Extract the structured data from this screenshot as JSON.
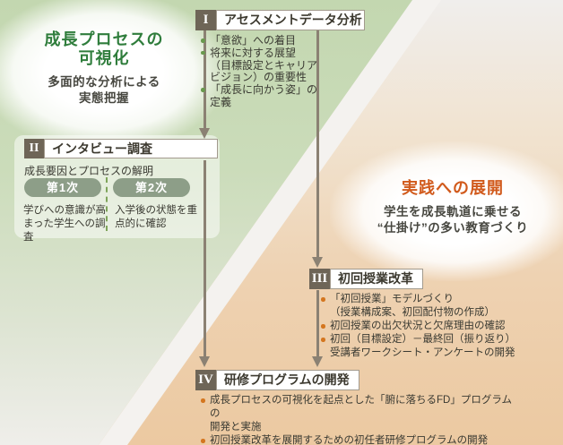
{
  "colors": {
    "bg_green": "#c3d7b0",
    "bg_peach": "#ecc9a1",
    "diagonal_stripe": "#f4f2ef",
    "numeral_square_bg": "#6e6557",
    "title_box_border": "#a29a8d",
    "pill_bg": "#8d9e88",
    "green_accent": "#2f7d3c",
    "orange_accent": "#d15a1c",
    "bullet_green": "#69994e",
    "bullet_orange": "#d4761f",
    "arrow": "#8b8173"
  },
  "highlight_green": {
    "title": "成長プロセスの\n可視化",
    "subtitle": "多面的な分析による\n実態把握"
  },
  "highlight_orange": {
    "title": "実践への展開",
    "subtitle": "学生を成長軌道に乗せる\n“仕掛け”の多い教育づくり"
  },
  "sections": {
    "s1": {
      "numeral": "I",
      "title": "アセスメントデータ分析",
      "bullets": [
        "「意欲」への着目",
        "将来に対する展望\n（目標設定とキャリア\nビジョン）の重要性",
        "「成長に向かう姿」の\n定義"
      ]
    },
    "s2": {
      "numeral": "II",
      "title": "インタビュー調査",
      "lead": "成長要因とプロセスの解明",
      "phase1": {
        "label": "第1次",
        "desc": "学びへの意識が高\nまった学生への調査"
      },
      "phase2": {
        "label": "第2次",
        "desc": "入学後の状態を重\n点的に確認"
      }
    },
    "s3": {
      "numeral": "III",
      "title": "初回授業改革",
      "bullets": [
        "「初回授業」モデルづくり\n（授業構成案、初回配付物の作成）",
        "初回授業の出欠状況と欠席理由の確認",
        "初回（目標設定）－最終回（振り返り）\n受講者ワークシート・アンケートの開発"
      ]
    },
    "s4": {
      "numeral": "IV",
      "title": "研修プログラムの開発",
      "bullets": [
        "成長プロセスの可視化を起点とした「腑に落ちるFD」プログラムの\n開発と実施",
        "初回授業改革を展開するための初任者研修プログラムの開発"
      ]
    }
  }
}
